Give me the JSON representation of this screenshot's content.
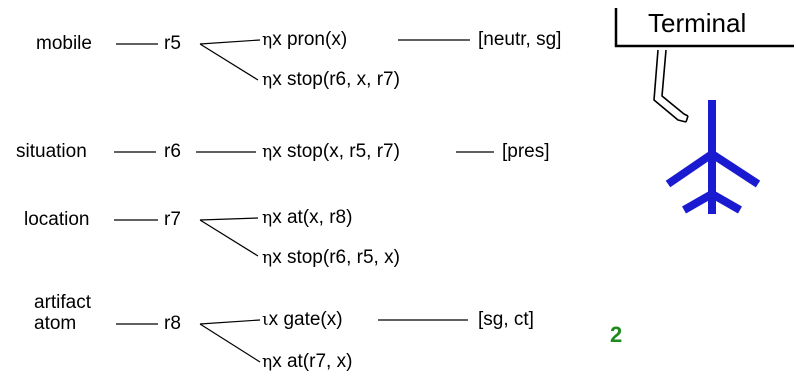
{
  "terminal_label": "Terminal",
  "page_number": "2",
  "colors": {
    "page_number": "#1f8a1f",
    "agent_icon": "#1a1ad1"
  },
  "icons": [
    "terminal-cable-icon",
    "agent-figure-icon"
  ],
  "rows": [
    {
      "concept": "mobile",
      "ref": "r5",
      "branches": [
        {
          "binder": "η",
          "expr": "x pron(x)",
          "features": "[neutr, sg]"
        },
        {
          "binder": "η",
          "expr": "x stop(r6, x, r7)",
          "features": ""
        }
      ]
    },
    {
      "concept": "situation",
      "ref": "r6",
      "branches": [
        {
          "binder": "η",
          "expr": "x stop(x, r5, r7)",
          "features": "[pres]"
        }
      ]
    },
    {
      "concept": "location",
      "ref": "r7",
      "branches": [
        {
          "binder": "η",
          "expr": "x at(x, r8)",
          "features": ""
        },
        {
          "binder": "η",
          "expr": "x stop(r6, r5, x)",
          "features": ""
        }
      ]
    },
    {
      "concept_lines": [
        "artifact",
        "atom"
      ],
      "ref": "r8",
      "branches": [
        {
          "binder": "ι",
          "expr": "x gate(x)",
          "features": "[sg, ct]"
        },
        {
          "binder": "η",
          "expr": "x at(r7, x)",
          "features": ""
        }
      ]
    }
  ]
}
